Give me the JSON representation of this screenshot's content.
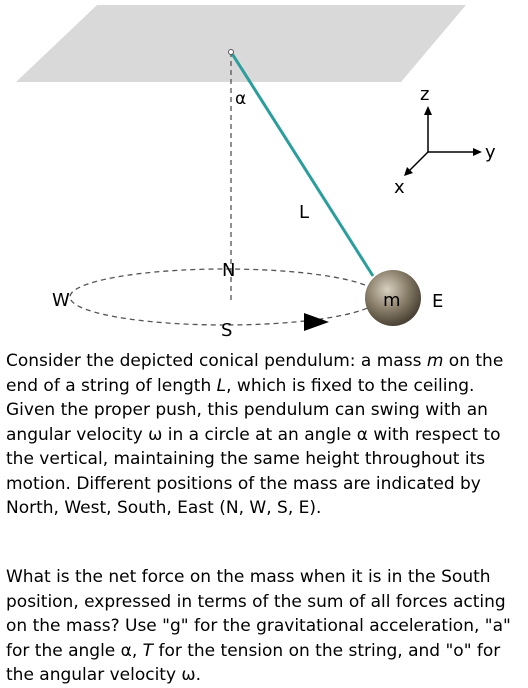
{
  "figure": {
    "angle_label": "α",
    "length_label": "L",
    "mass_label": "m",
    "north_label": "N",
    "south_label": "S",
    "east_label": "E",
    "west_label": "W",
    "axis_z_label": "z",
    "axis_y_label": "y",
    "axis_x_label": "x",
    "colors": {
      "ceiling": "#d9d9d9",
      "string": "#2a9d9d",
      "mass": "#8a7f6a",
      "dashed": "#555555"
    }
  },
  "paragraph1": {
    "t1": "Consider the depicted conical pendulum: a mass ",
    "m": "m",
    "t2": " on the end of a string of length ",
    "L": "L",
    "t3": ", which is fixed to the ceiling. Given the proper push, this pendulum can swing with an angular velocity ω in a circle at an angle α with respect to the vertical, maintaining the same height throughout its motion. Different positions of the mass are indicated by North, West, South, East (N, W, S, E)."
  },
  "paragraph2": {
    "t1": "What is the net force on the mass when it is in the South position, expressed in terms of the sum of all forces acting on the mass? Use \"g\" for the gravitational acceleration, \"a\" for the angle α, ",
    "T": "T",
    "t2": " for the tension on the string, and \"o\" for the angular velocity ω."
  }
}
